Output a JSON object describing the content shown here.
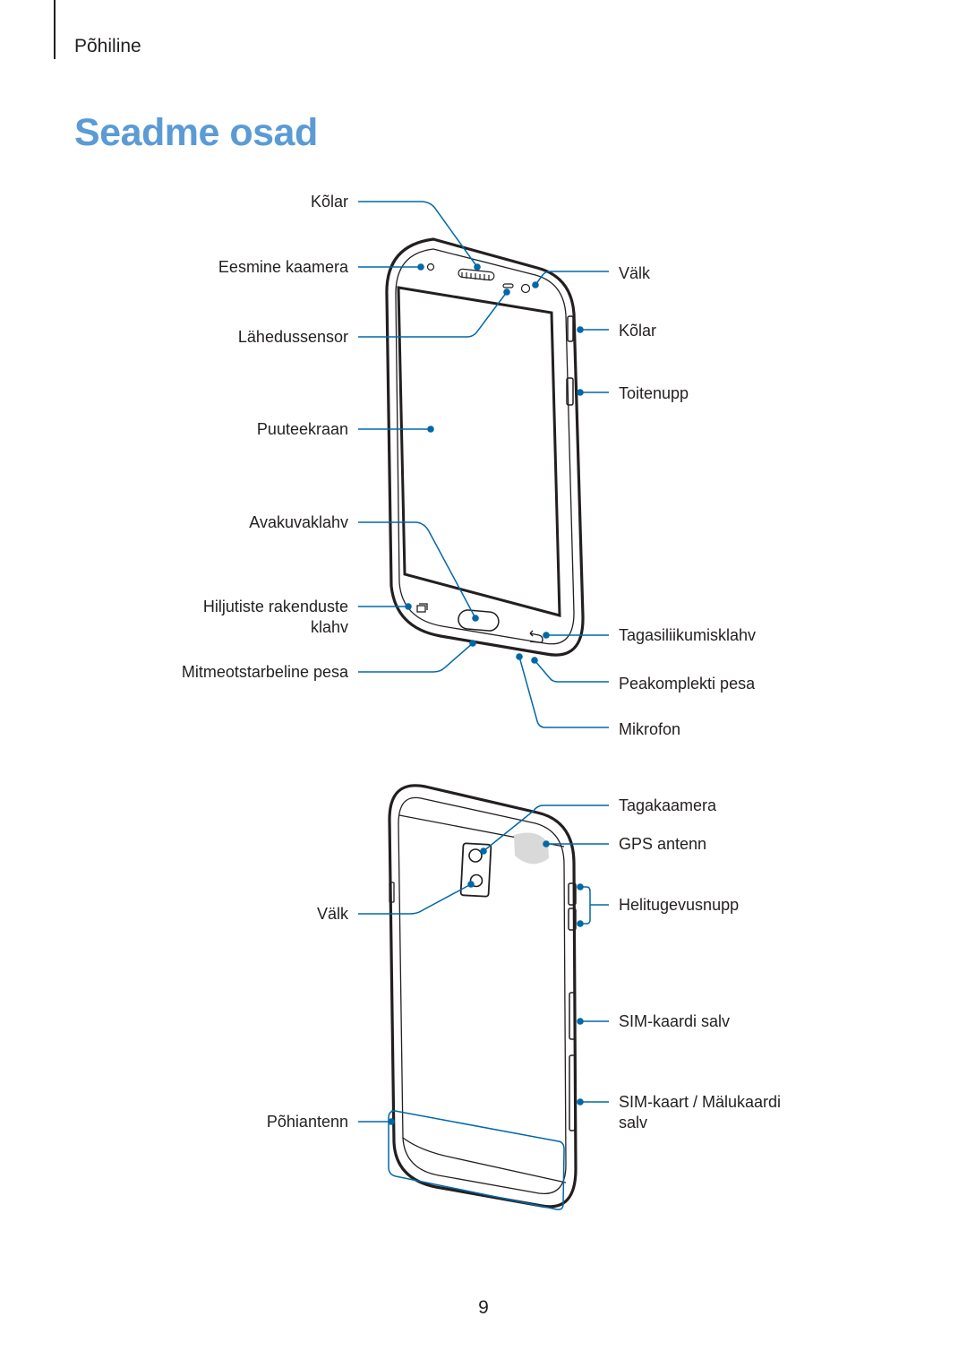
{
  "header": {
    "section": "Põhiline"
  },
  "title": "Seadme osad",
  "front": {
    "left_labels": {
      "kolar": "Kõlar",
      "eesmine_kaamera": "Eesmine kaamera",
      "lahedussensor": "Lähedussensor",
      "puuteekraan": "Puuteekraan",
      "avakuvaklahv": "Avakuvaklahv",
      "hiljutiste_1": "Hiljutiste rakenduste",
      "hiljutiste_2": "klahv",
      "mitmeotstarbeline": "Mitmeotstarbeline pesa"
    },
    "right_labels": {
      "valk": "Välk",
      "kolar": "Kõlar",
      "toitenupp": "Toitenupp",
      "tagasi": "Tagasiliikumisklahv",
      "peakomplekt": "Peakomplekti pesa",
      "mikrofon": "Mikrofon"
    }
  },
  "back": {
    "left_labels": {
      "valk": "Välk",
      "pohiantenn": "Põhiantenn"
    },
    "right_labels": {
      "tagakaamera": "Tagakaamera",
      "gps": "GPS antenn",
      "helitugevus": "Helitugevusnupp",
      "sim": "SIM-kaardi salv",
      "simmem_1": "SIM-kaart / Mälukaardi",
      "simmem_2": "salv"
    }
  },
  "footer": {
    "page_number": "9"
  },
  "colors": {
    "accent": "#5b9bd5",
    "callout": "#0068a8",
    "text": "#231f20",
    "gps_patch": "#d9d9d9"
  }
}
